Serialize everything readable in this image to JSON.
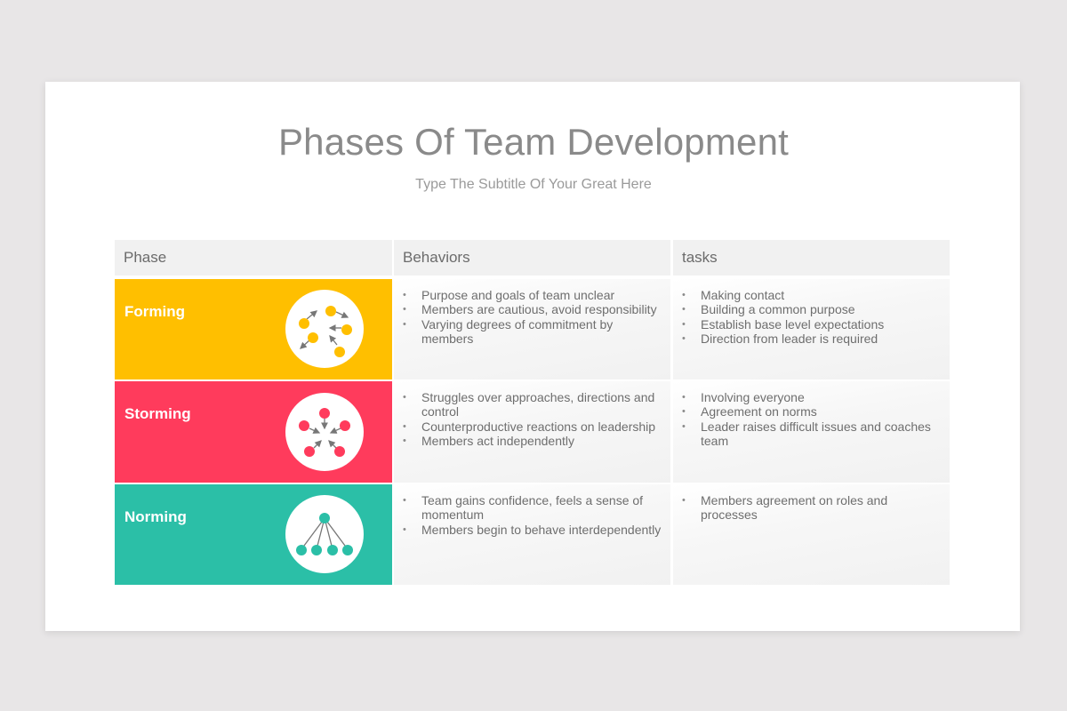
{
  "slide": {
    "title": "Phases Of Team Development",
    "subtitle": "Type The Subtitle Of Your Great Here"
  },
  "table": {
    "headers": [
      "Phase",
      "Behaviors",
      "tasks"
    ],
    "rows": [
      {
        "phase": "Forming",
        "color": "#FFBF00",
        "icon": "scattered-nodes-icon",
        "behaviors": [
          "Purpose and goals of team unclear",
          "Members are cautious, avoid responsibility",
          "Varying degrees of commitment by members"
        ],
        "tasks": [
          "Making contact",
          "Building a common purpose",
          "Establish base level expectations",
          "Direction from leader is required"
        ]
      },
      {
        "phase": "Storming",
        "color": "#FF3B5C",
        "icon": "converging-nodes-icon",
        "behaviors": [
          "Struggles over approaches, directions and control",
          "Counterproductive reactions on leadership",
          "Members act independently"
        ],
        "tasks": [
          "Involving everyone",
          "Agreement on norms",
          "Leader raises difficult issues and coaches team"
        ]
      },
      {
        "phase": "Norming",
        "color": "#2BBFA7",
        "icon": "hierarchy-nodes-icon",
        "behaviors": [
          "Team gains confidence, feels a sense of momentum",
          "Members begin to behave interdependently"
        ],
        "tasks": [
          "Members agreement on roles and processes"
        ]
      }
    ]
  }
}
